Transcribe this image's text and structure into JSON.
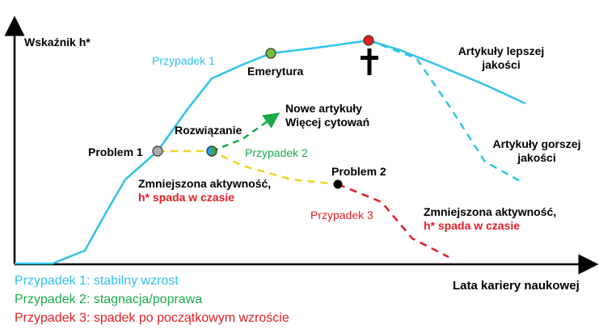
{
  "colors": {
    "case1": "#2ec3ea",
    "case2": "#1aaa4c",
    "case3": "#e31e24",
    "yellow": "#f2d51f",
    "axis": "#000000"
  },
  "axes": {
    "ylabel": "Wskaźnik h*",
    "xlabel": "Lata kariery naukowej"
  },
  "labels": {
    "case1": "Przypadek 1",
    "case2": "Przypadek 2",
    "case3": "Przypadek 3",
    "emeritus": "Emerytura",
    "problem1": "Problem 1",
    "problem2": "Problem 2",
    "solution": "Rozwiązanie",
    "new_articles_1": "Nowe artykuły",
    "new_articles_2": "Więcej cytowań",
    "better_1": "Artykuły lepszej",
    "better_2": "jakości",
    "worse_1": "Artykuły gorszej",
    "worse_2": "jakości",
    "reduced_a_1": "Zmniejszona aktywność,",
    "reduced_a_2": "h* spada w czasie",
    "reduced_b_1": "Zmniejszona aktywność,",
    "reduced_b_2": "h* spada w czasie"
  },
  "legend": [
    {
      "text": "Przypadek 1: stabilny wzrost",
      "color": "#2ec3ea"
    },
    {
      "text": "Przypadek 2: stagnacja/poprawa",
      "color": "#1aaa4c"
    },
    {
      "text": "Przypadek 3: spadek po początkowym wzroście",
      "color": "#e31e24"
    }
  ],
  "icons": {
    "death": "cross-icon"
  }
}
